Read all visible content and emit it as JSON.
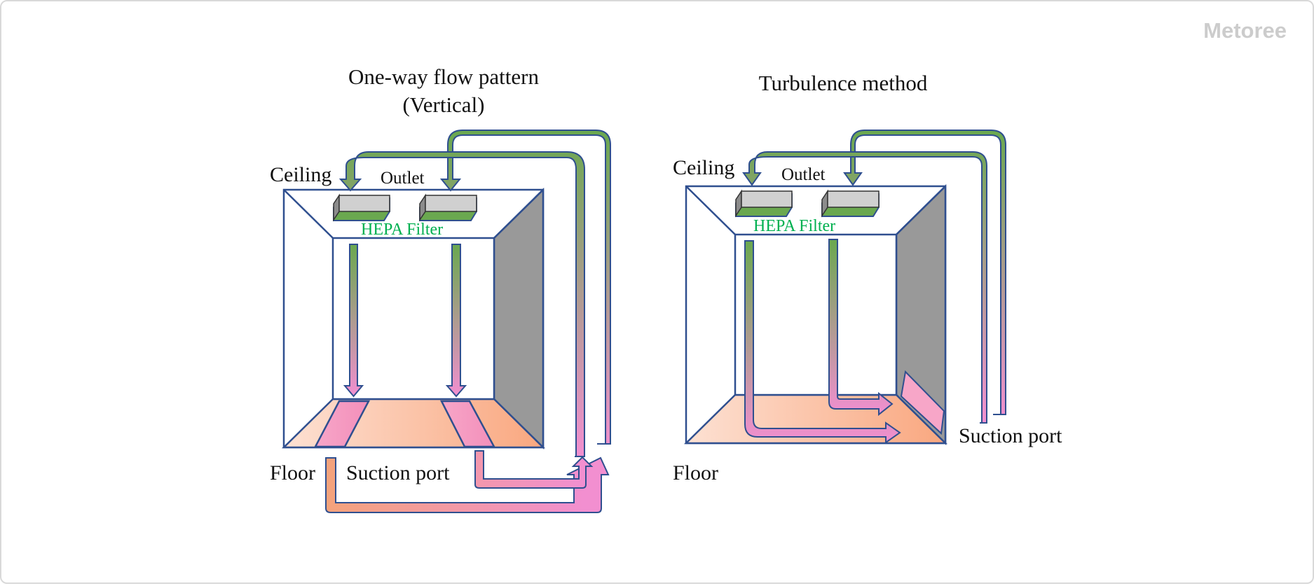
{
  "brand": {
    "logo": "Metoree"
  },
  "left_panel": {
    "title_line1": "One-way flow pattern",
    "title_line2": "(Vertical)",
    "ceiling": "Ceiling",
    "outlet": "Outlet",
    "hepa_filter": "HEPA Filter",
    "floor": "Floor",
    "suction_port": "Suction port"
  },
  "right_panel": {
    "title": "Turbulence method",
    "ceiling": "Ceiling",
    "outlet": "Outlet",
    "hepa_filter": "HEPA Filter",
    "floor": "Floor",
    "suction_port": "Suction port"
  },
  "colors": {
    "clean_air": "#6aa84f",
    "dirty_air": "#f28fd0",
    "floor_light": "#fde1d3",
    "floor_dark": "#f9a77f",
    "wall": "#999999",
    "outline": "#2f4f8f",
    "filter_label": "#00b050",
    "logo": "#cccccc"
  }
}
